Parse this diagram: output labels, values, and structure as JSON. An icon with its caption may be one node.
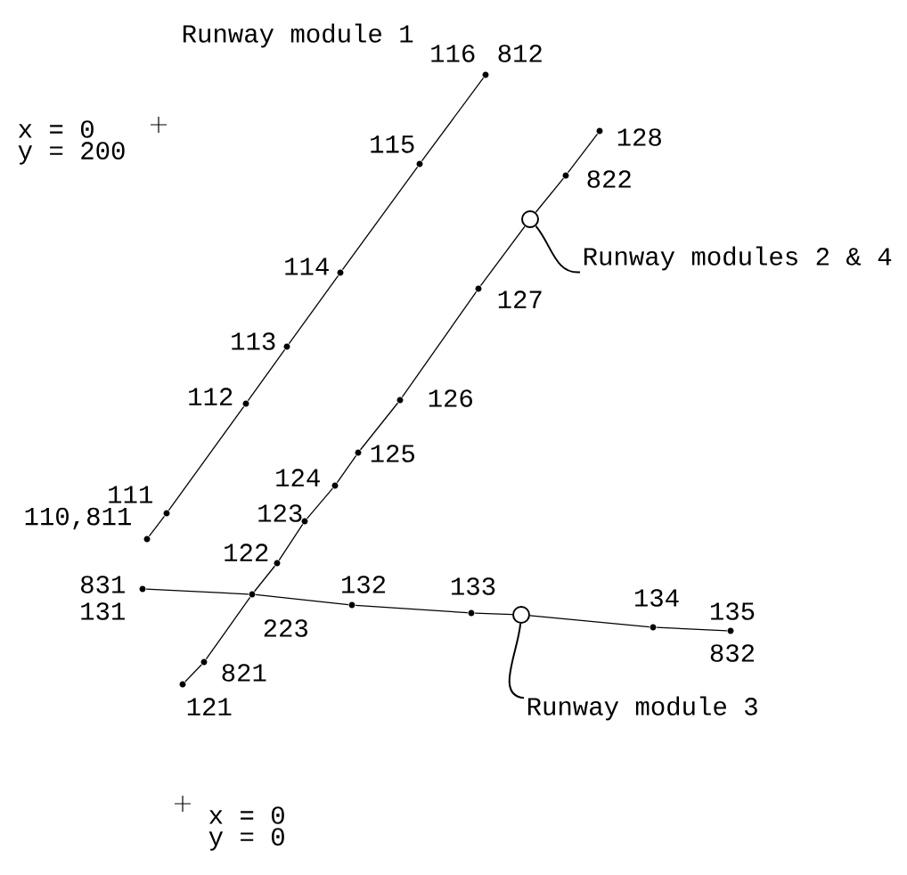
{
  "diagram": {
    "nodes": [
      {
        "text": [],
        "shape": "dot",
        "beside": [
          "110,811"
        ]
      },
      {
        "text": [],
        "shape": "dot",
        "beside": [
          "111"
        ]
      },
      {
        "text": [],
        "shape": "dot",
        "beside": [
          "112"
        ]
      },
      {
        "text": [],
        "shape": "dot",
        "beside": [
          "113"
        ]
      },
      {
        "text": [],
        "shape": "dot",
        "beside": [
          "114"
        ]
      },
      {
        "text": [],
        "shape": "dot",
        "beside": [
          "115"
        ]
      },
      {
        "text": [],
        "shape": "dot",
        "beside": [
          "116",
          "812"
        ]
      },
      {
        "text": [],
        "shape": "dot",
        "beside": [
          "121"
        ]
      },
      {
        "text": [],
        "shape": "dot",
        "beside": [
          "821"
        ]
      },
      {
        "text": [],
        "shape": "dot",
        "beside": [
          "223"
        ]
      },
      {
        "text": [],
        "shape": "dot",
        "beside": [
          "122"
        ]
      },
      {
        "text": [],
        "shape": "dot",
        "beside": [
          "123"
        ]
      },
      {
        "text": [],
        "shape": "dot",
        "beside": [
          "124"
        ]
      },
      {
        "text": [],
        "shape": "dot",
        "beside": [
          "125"
        ]
      },
      {
        "text": [],
        "shape": "dot",
        "beside": [
          "126"
        ]
      },
      {
        "text": [],
        "shape": "dot",
        "beside": [
          "127"
        ]
      },
      {
        "text": [],
        "shape": "circle"
      },
      {
        "text": [],
        "shape": "dot",
        "beside": [
          "822"
        ]
      },
      {
        "text": [],
        "shape": "dot",
        "beside": [
          "128"
        ]
      },
      {
        "text": [],
        "shape": "dot",
        "beside": [
          "831",
          "131"
        ]
      },
      {
        "text": [],
        "shape": "dot",
        "beside": [
          "132"
        ]
      },
      {
        "text": [],
        "shape": "dot",
        "beside": [
          "133"
        ]
      },
      {
        "text": [],
        "shape": "circle"
      },
      {
        "text": [],
        "shape": "dot",
        "beside": [
          "134"
        ]
      },
      {
        "text": [],
        "shape": "dot",
        "beside": [
          "135",
          "832"
        ]
      },
      {
        "text": [
          "Runway modules 2 & 4"
        ]
      },
      {
        "text": [
          "Runway module 3"
        ]
      }
    ],
    "edges": [
      {
        "from": 0,
        "to": 1,
        "arrow": "none"
      },
      {
        "from": 1,
        "to": 2,
        "arrow": "none"
      },
      {
        "from": 2,
        "to": 3,
        "arrow": "none"
      },
      {
        "from": 3,
        "to": 4,
        "arrow": "none"
      },
      {
        "from": 4,
        "to": 5,
        "arrow": "none"
      },
      {
        "from": 5,
        "to": 6,
        "arrow": "none"
      },
      {
        "from": 7,
        "to": 8,
        "arrow": "none"
      },
      {
        "from": 8,
        "to": 9,
        "arrow": "none"
      },
      {
        "from": 9,
        "to": 10,
        "arrow": "none"
      },
      {
        "from": 10,
        "to": 11,
        "arrow": "none"
      },
      {
        "from": 11,
        "to": 12,
        "arrow": "none"
      },
      {
        "from": 12,
        "to": 13,
        "arrow": "none"
      },
      {
        "from": 13,
        "to": 14,
        "arrow": "none"
      },
      {
        "from": 14,
        "to": 15,
        "arrow": "none"
      },
      {
        "from": 15,
        "to": 16,
        "arrow": "none"
      },
      {
        "from": 16,
        "to": 17,
        "arrow": "none"
      },
      {
        "from": 17,
        "to": 18,
        "arrow": "none"
      },
      {
        "from": 19,
        "to": 9,
        "arrow": "none"
      },
      {
        "from": 9,
        "to": 20,
        "arrow": "none"
      },
      {
        "from": 20,
        "to": 21,
        "arrow": "none"
      },
      {
        "from": 21,
        "to": 22,
        "arrow": "none"
      },
      {
        "from": 22,
        "to": 23,
        "arrow": "none"
      },
      {
        "from": 23,
        "to": 24,
        "arrow": "none"
      },
      {
        "from": 25,
        "to": 16,
        "arrow": "none"
      },
      {
        "from": 26,
        "to": 22,
        "arrow": "none"
      }
    ],
    "labels": [
      "Runway module 1",
      "x = 0",
      "y = 200",
      "x = 0",
      "y = 0"
    ]
  }
}
